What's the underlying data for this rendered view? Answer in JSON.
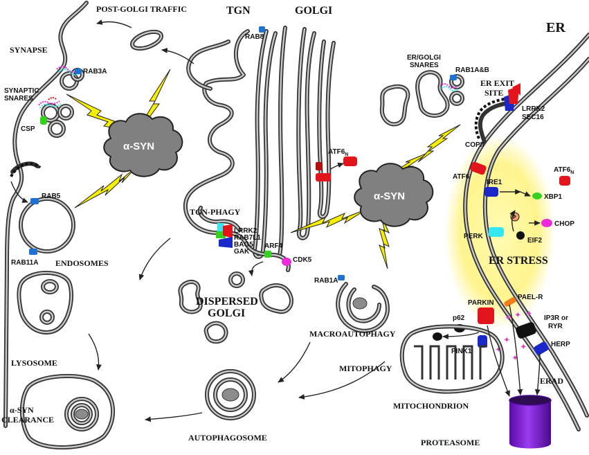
{
  "labels": {
    "post_golgi": "POST-GOLGI TRAFFIC",
    "tgn": "TGN",
    "golgi": "GOLGI",
    "er": "ER",
    "synapse": "SYNAPSE",
    "rab8": "RAB8",
    "rab3a": "RAB3A",
    "synaptic_snares_1": "SYNAPTIC",
    "synaptic_snares_2": "SNARES",
    "csp": "CSP",
    "asyn": "α-SYN",
    "rab5": "RAB5",
    "rab11a": "RAB11A",
    "endosomes": "ENDOSOMES",
    "tgn_phagy": "TGN-PHAGY",
    "lrrk2": "LRRK2",
    "rab7l1": "RAB7L1",
    "bag5": "BAG5",
    "gak": "GAK",
    "arf4": "ARF4",
    "cdk5": "CDK5",
    "dispersed_1": "DISPERSED",
    "dispersed_2": "GOLGI",
    "atf6n_golgi": "ATF6",
    "atf6n_sub": "N",
    "er_golgi_1": "ER/GOLGI",
    "er_golgi_2": "SNARES",
    "rab1ab": "RAB1A&B",
    "er_exit_1": "ER EXIT",
    "er_exit_2": "SITE",
    "lrrk2_er": "LRRK2",
    "sec16": "SEC16",
    "copii": "COPII",
    "atf6": "ATF6",
    "ire1": "IRE1",
    "atf6n_er": "ATF6",
    "atf6n_er_sub": "N",
    "xbp1": "XBP1",
    "chop": "CHOP",
    "perk": "PERK",
    "eif2": "EIF2",
    "p_mark": "P",
    "er_stress": "ER STRESS",
    "rab1a": "RAB1A",
    "macroautophagy": "MACROAUTOPHAGY",
    "parkin": "PARKIN",
    "pael_r": "PAEL-R",
    "p62": "p62",
    "ip3r_1": "IP3R or",
    "ip3r_2": "RYR",
    "herp": "HERP",
    "pink1": "PINK1",
    "lysosome": "LYSOSOME",
    "mitophagy": "MITOPHAGY",
    "erad": "ERAD",
    "asyn_clear_1": "α-SYN",
    "asyn_clear_2": "CLEARANCE",
    "mitochondrion": "MITOCHONDRION",
    "autophagosome": "AUTOPHAGOSOME",
    "proteasome": "PROTEASOME"
  },
  "colors": {
    "membrane": "#333333",
    "alpha_syn": "#808080",
    "lightning": "#f7ef00",
    "er_stress_glow": "#fff27a",
    "rab": "#1e73d2",
    "red": "#e3141b",
    "dark_red": "#b01010",
    "green": "#34d11e",
    "magenta": "#ee2ad8",
    "cyan": "#35e7f0",
    "blue": "#1a27c9",
    "orange": "#f07d1a",
    "proteasome": "#7a14d0"
  },
  "icons": [
    "cloud-shape",
    "lightning-bolt",
    "cylinder",
    "arrow"
  ]
}
